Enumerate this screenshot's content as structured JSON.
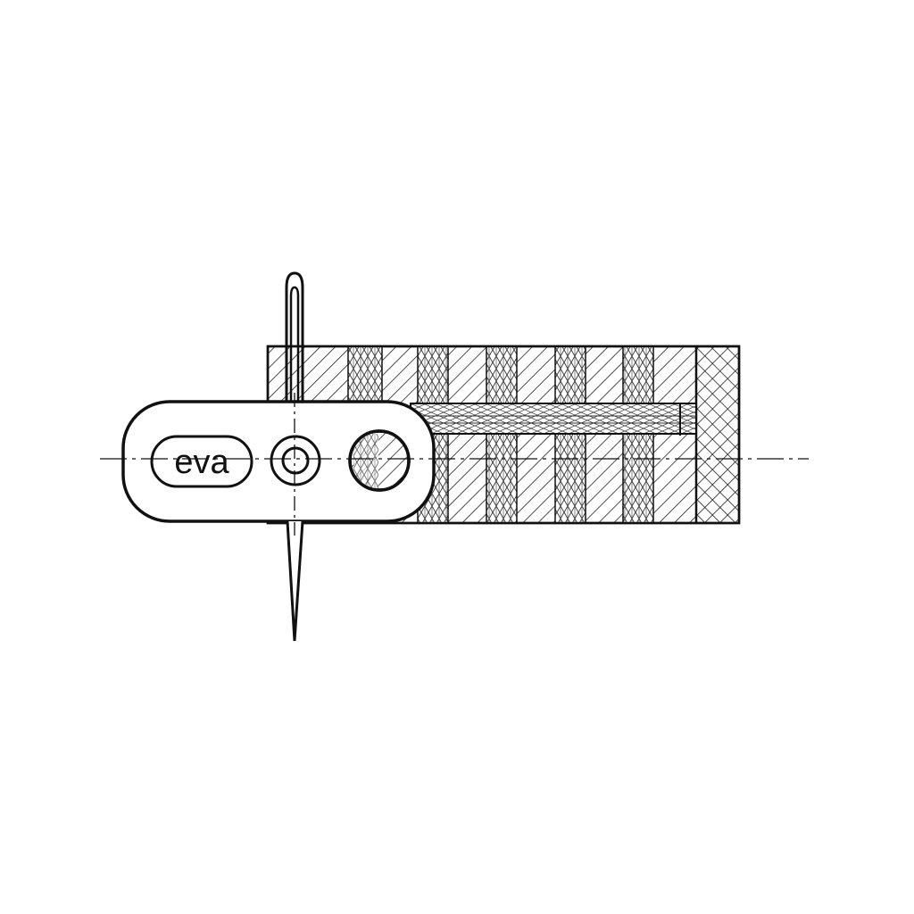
{
  "diagram": {
    "type": "technical-cross-section",
    "tag": {
      "label": "eva",
      "shape": "rounded-rectangle",
      "features": [
        "label-pill",
        "concentric-hole",
        "hatched-circle"
      ]
    },
    "needle": {
      "shape": "pointed pin with loop eye",
      "orientation": "vertical"
    },
    "block": {
      "layers": [
        {
          "pattern": "diagonal-hatch"
        },
        {
          "pattern": "woven-fiber"
        },
        {
          "pattern": "diagonal-hatch"
        },
        {
          "pattern": "woven-fiber"
        },
        {
          "pattern": "diagonal-hatch"
        },
        {
          "pattern": "woven-fiber"
        },
        {
          "pattern": "diagonal-hatch"
        },
        {
          "pattern": "woven-fiber"
        },
        {
          "pattern": "diagonal-hatch"
        },
        {
          "pattern": "reverse-diagonal-hatch"
        }
      ],
      "insert": "horizontal fiber channel"
    },
    "centerlines": [
      "horizontal",
      "vertical"
    ],
    "colors": {
      "line": "#111111",
      "background": "#ffffff",
      "hatch": "#333333"
    }
  }
}
